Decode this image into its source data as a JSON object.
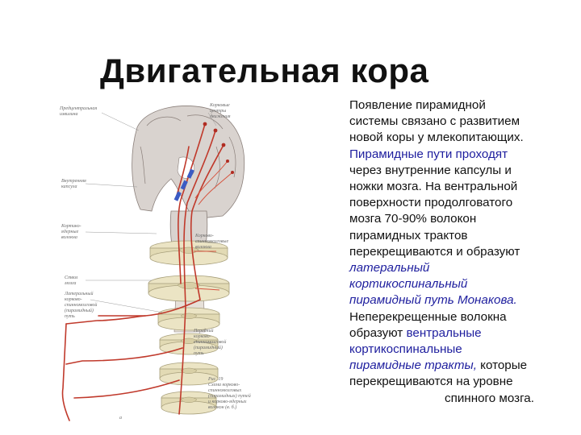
{
  "slide": {
    "title": "Двигательная кора",
    "figure": {
      "labels": [
        "Предцентральная",
        "извилина",
        "Корковые",
        "центры",
        "движения",
        "Внутренняя",
        "капсула",
        "Кортико-",
        "ядерные",
        "волокна",
        "Корково-",
        "спинномозговые",
        "волокна",
        "Ствол",
        "мозга",
        "Латеральный",
        "корково-",
        "спинномозговой",
        "(пирамидный)",
        "путь",
        "Передний",
        "корково-",
        "спинномозговой",
        "(пирамидный)",
        "путь",
        "Рис. 19",
        "Схема корково-",
        "спинномозговых",
        "(пирамидных) путей",
        "и корково-ядерных",
        "волокон (в. б.)",
        "а"
      ]
    },
    "text": {
      "l1": "Появление пирамидной",
      "l2": "системы связано с развитием",
      "l3": "новой коры у млекопитающих.",
      "l4": "Пирамидные пути проходят",
      "l5": "через внутренние капсулы и",
      "l6": "ножки мозга. На  вентральной",
      "l7": "поверхности продолговатого",
      "l8": "мозга  70-90%  волокон",
      "l9": "пирамидных трактов",
      "l10": "перекрещиваются и образуют",
      "l11": "латеральный",
      "l12": "кортикоспинальный",
      "l13": "пирамидный путь Монакова.",
      "l14": "Неперекрещенные волокна",
      "l15a": "образуют ",
      "l15b": "вентральные",
      "l16": "кортикоспинальные",
      "l17a": "пирамидные тракты,",
      "l17b": " которые",
      "l18": "перекрещиваются на уровне",
      "l19": "спинного мозга."
    },
    "colors": {
      "accent_text": "#1e1e9e",
      "pathway_red": "#c0392b",
      "pathway_blue": "#3b5bc4",
      "spinal_segment": "#ebe4c4"
    }
  }
}
